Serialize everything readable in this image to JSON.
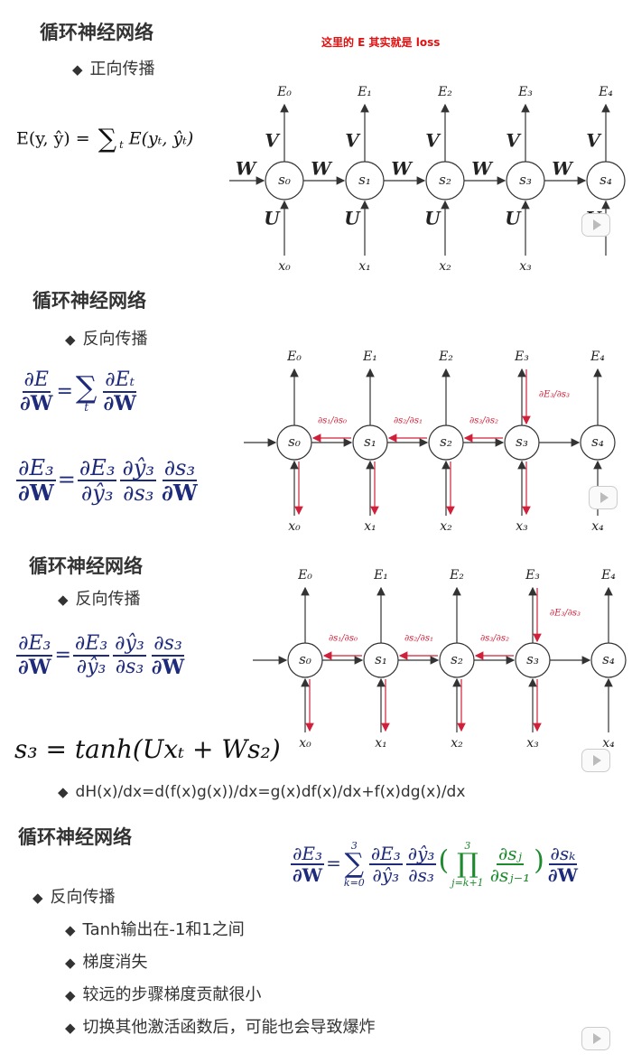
{
  "slide1": {
    "title": "循环神经网络",
    "bullet": "正向传播",
    "note": "这里的 E 其实就是 loss",
    "eq_lhs": "E(y, ŷ) =",
    "eq_sum_sub": "t",
    "eq_term": "E(yₜ, ŷₜ)"
  },
  "slide2": {
    "title": "循环神经网络",
    "bullet": "反向传播",
    "eq1_num_l": "∂E",
    "eq1_den_l": "∂W",
    "eq1_sum_sub": "t",
    "eq1_num_r": "∂Eₜ",
    "eq1_den_r": "∂W",
    "eq2_num_l": "∂E₃",
    "eq2_den_l": "∂W",
    "eq2_f1_num": "∂E₃",
    "eq2_f1_den": "∂ŷ₃",
    "eq2_f2_num": "∂ŷ₃",
    "eq2_f2_den": "∂s₃",
    "eq2_f3_num": "∂s₃",
    "eq2_f3_den": "∂W"
  },
  "slide3": {
    "title": "循环神经网络",
    "bullet": "反向传播",
    "eq_num_l": "∂E₃",
    "eq_den_l": "∂W",
    "f1_num": "∂E₃",
    "f1_den": "∂ŷ₃",
    "f2_num": "∂ŷ₃",
    "f2_den": "∂s₃",
    "f3_num": "∂s₃",
    "f3_den": "∂W",
    "tanh_eq": "s₃ = tanh(Uxₜ + Ws₂)",
    "derivative_rule": "dH(x)/dx=d(f(x)g(x))/dx=g(x)df(x)/dx+f(x)dg(x)/dx"
  },
  "slide4": {
    "title": "循环神经网络",
    "bullet": "反向传播",
    "sub_bullets": [
      "Tanh输出在-1和1之间",
      "梯度消失",
      "较远的步骤梯度贡献很小",
      "切换其他激活函数后，可能也会导致爆炸"
    ],
    "eq_num_l": "∂E₃",
    "eq_den_l": "∂W",
    "sum_top": "3",
    "sum_bot": "k=0",
    "f1_num": "∂E₃",
    "f1_den": "∂ŷ₃",
    "f2_num": "∂ŷ₃",
    "f2_den": "∂s₃",
    "prod_top": "3",
    "prod_bot": "j=k+1",
    "prod_num": "∂sⱼ",
    "prod_den": "∂sⱼ₋₁",
    "last_num": "∂sₖ",
    "last_den": "∂W"
  },
  "diagram": {
    "states": [
      "s₀",
      "s₁",
      "s₂",
      "s₃",
      "s₄"
    ],
    "inputs": [
      "x₀",
      "x₁",
      "x₂",
      "x₃",
      "x₄"
    ],
    "outputs": [
      "E₀",
      "E₁",
      "E₂",
      "E₃",
      "E₄"
    ],
    "weight_V": "V",
    "weight_W": "W",
    "weight_U": "U",
    "grad_labels": [
      "∂s₁/∂s₀",
      "∂s₂/∂s₁",
      "∂s₃/∂s₂"
    ],
    "grad_E": "∂E₃/∂s₃"
  },
  "colors": {
    "navy": "#1e2a7a",
    "red": "#d0203a",
    "green": "#1e8a2e"
  }
}
